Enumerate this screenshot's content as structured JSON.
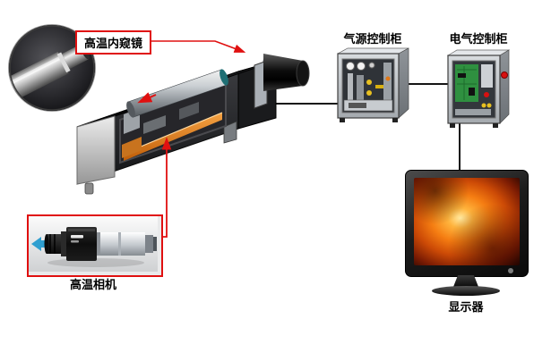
{
  "labels": {
    "endoscope": "高温内窥镜",
    "air_cabinet": "气源控制柜",
    "electric_cabinet": "电气控制柜",
    "camera": "高温相机",
    "monitor": "显示器"
  },
  "colors": {
    "callout_red": "#e01010",
    "connector_black": "#151515",
    "background": "#ffffff",
    "rail_orange": "#d8741c",
    "pcb_green": "#2f9040",
    "screen_fire": "#f57d12"
  }
}
